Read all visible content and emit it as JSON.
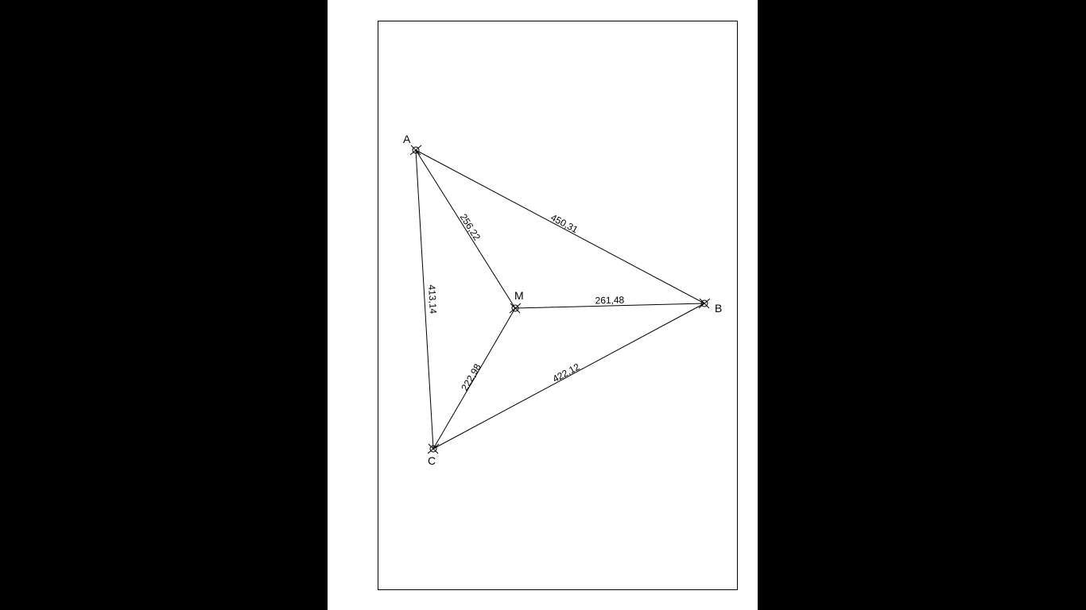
{
  "diagram": {
    "points": [
      {
        "id": "A",
        "label": "A"
      },
      {
        "id": "B",
        "label": "B"
      },
      {
        "id": "C",
        "label": "C"
      },
      {
        "id": "M",
        "label": "M"
      }
    ],
    "edges": [
      {
        "from": "A",
        "to": "B",
        "length": "450,31"
      },
      {
        "from": "A",
        "to": "C",
        "length": "413,14"
      },
      {
        "from": "B",
        "to": "C",
        "length": "422,12"
      },
      {
        "from": "A",
        "to": "M",
        "length": "256,22"
      },
      {
        "from": "M",
        "to": "B",
        "length": "261,48"
      },
      {
        "from": "M",
        "to": "C",
        "length": "222,98"
      }
    ],
    "colors": {
      "line": "#000000",
      "paper": "#ffffff",
      "background": "#000000"
    }
  }
}
